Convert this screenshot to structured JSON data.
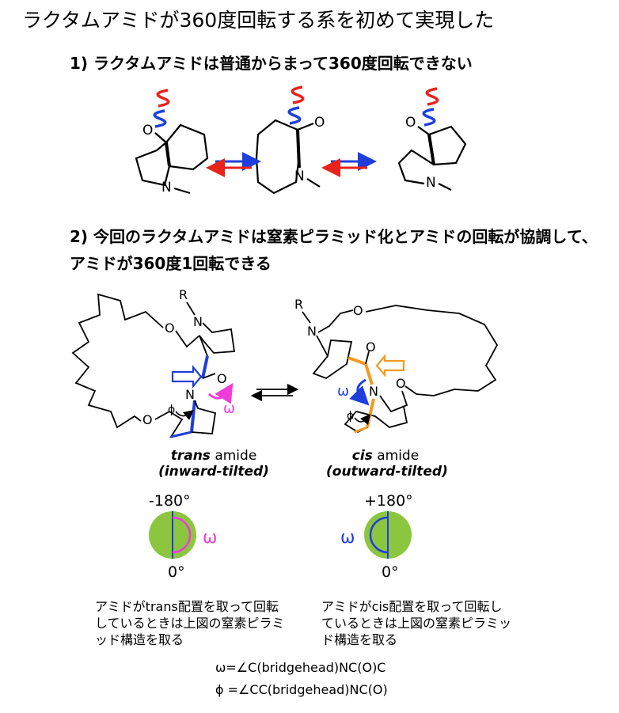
{
  "title": "ラクタムアミドが360度回転する系を初めて実現した",
  "section1": {
    "heading": "1) ラクタムアミドは普通からまって360度回転できない",
    "atom_O": "O",
    "atom_N": "N"
  },
  "section2": {
    "heading": "2) 今回のラクタムアミドは窒素ピラミッド化とアミドの回転が協調して、アミドが360度1回転できる",
    "trans": {
      "name_italic": "trans",
      "name_rest": " amide",
      "tilt": "(inward-tilted)",
      "top_angle": "-180°",
      "bottom_angle": "0°",
      "omega": "ω",
      "note": "アミドがtrans配置を取って回転しているときは上図の窒素ピラミッド構造を取る"
    },
    "cis": {
      "name_italic": "cis",
      "name_rest": " amide",
      "tilt": "(outward-tilted)",
      "top_angle": "+180°",
      "bottom_angle": "0°",
      "omega": "ω",
      "note": "アミドがcis配置を取って回転しているときは上図の窒素ピラミッド構造を取る"
    },
    "atom_R": "R",
    "atom_N": "N",
    "atom_O": "O",
    "phi": "ϕ"
  },
  "definitions": {
    "omega_def": "ω=∠C(bridgehead)NC(O)C",
    "phi_def": "ϕ =∠CC(bridgehead)NC(O)"
  },
  "colors": {
    "red": "#e8231c",
    "blue": "#1f3fdc",
    "magenta": "#ee3cd8",
    "orange": "#f29a21",
    "green": "#8cc63f"
  }
}
